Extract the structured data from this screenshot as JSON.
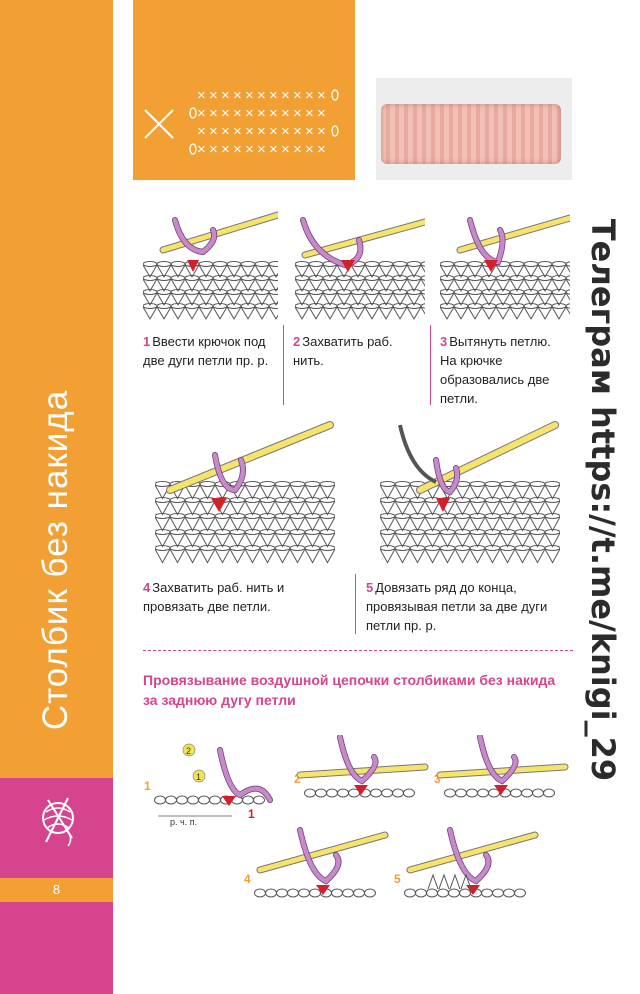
{
  "sidebar": {
    "title": "Столбик без накида",
    "page_number": "8"
  },
  "steps": [
    {
      "num": "1",
      "text": "Ввести крючок под две дуги петли пр. р."
    },
    {
      "num": "2",
      "text": "Захватить раб. нить."
    },
    {
      "num": "3",
      "text": "Вытянуть петлю. На крючке образовались две петли."
    },
    {
      "num": "4",
      "text": "Захватить раб. нить и провязать две петли."
    },
    {
      "num": "5",
      "text": "Довязать ряд до конца, провязывая петли за две дуги петли пр. р."
    }
  ],
  "section": {
    "heading": "Провязывание воздушной цепочки столбиками без накида за заднюю дугу петли"
  },
  "chain_diagram": {
    "labels": {
      "n1": "1",
      "n2": "2",
      "n3": "3",
      "n4": "4",
      "n5": "5",
      "circ1": "1",
      "circ2": "2",
      "rchp": "р. ч. п.",
      "red1": "1"
    }
  },
  "watermark": "Телеграм https://t.me/knigi_29",
  "colors": {
    "orange": "#f2a033",
    "pink": "#d6448f",
    "hook": "#f5e36b",
    "yarn": "#c889c9",
    "red": "#d21f2a"
  }
}
